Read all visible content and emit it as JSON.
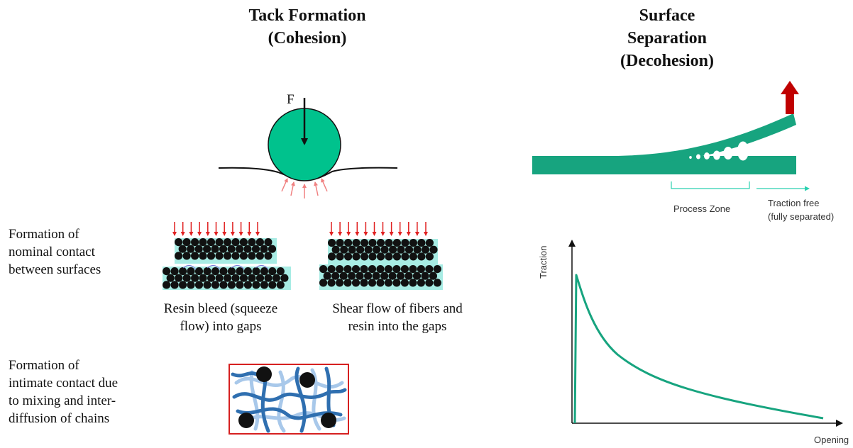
{
  "left_title": {
    "line1": "Tack Formation",
    "line2": "(Cohesion)"
  },
  "right_title": {
    "line1": "Surface",
    "line2": "Separation",
    "line3": "(Decohesion)"
  },
  "force_label": "F",
  "row1": {
    "line1": "Formation  of",
    "line2": "nominal  contact",
    "line3": "between  surfaces"
  },
  "caption_a": {
    "line1": "Resin bleed (squeeze",
    "line2": "flow) into gaps"
  },
  "caption_b": {
    "line1": "Shear flow of fibers and",
    "line2": "resin into the gaps"
  },
  "row2": {
    "line1": "Formation  of",
    "line2": "intimate contact due",
    "line3": "to mixing and inter-",
    "line4": "diffusion  of chains"
  },
  "process_zone": "Process Zone",
  "traction_free": {
    "line1": "Traction free",
    "line2": "(fully separated)"
  },
  "axis": {
    "y_label": "Traction",
    "x_label": "Opening"
  },
  "colors": {
    "accent_green": "#00b386",
    "curve_green": "#17a47f",
    "arrow_red": "#c00000",
    "resin_cyan": "#a8ece4",
    "chain_blue": "#2f6fb0",
    "frame_red": "#d62020"
  }
}
